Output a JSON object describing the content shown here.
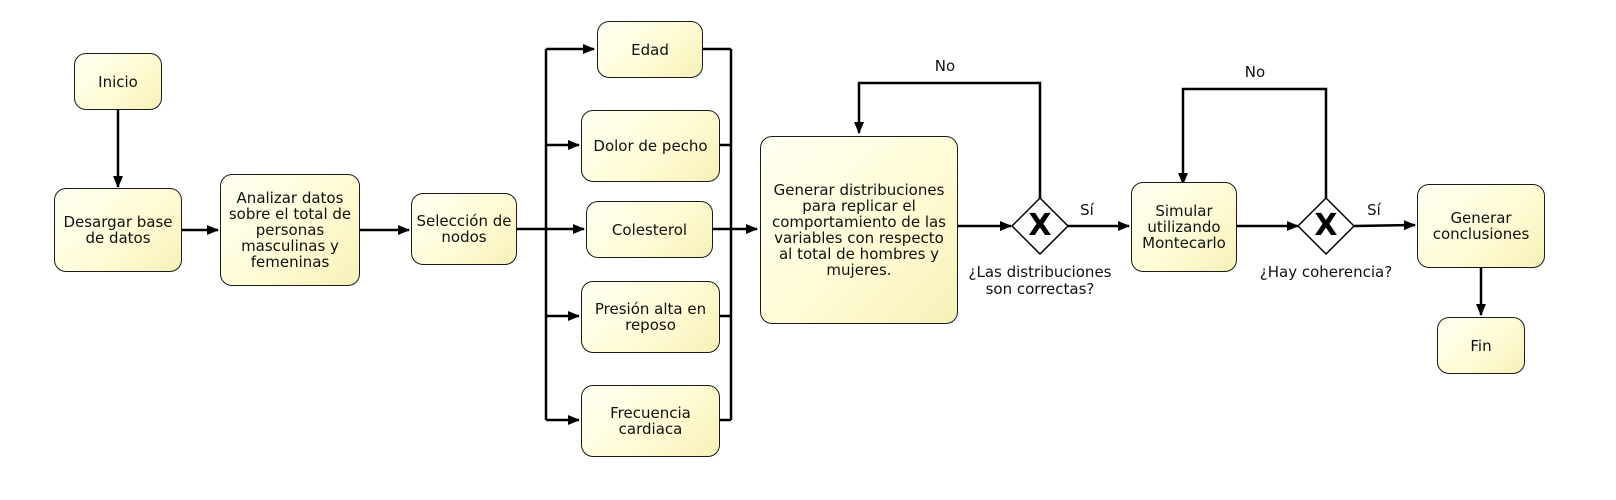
{
  "nodes": {
    "inicio": "Inicio",
    "descargar": "Desargar base de datos",
    "analizar": "Analizar datos sobre el total de personas masculinas y femeninas",
    "seleccion": "Selección de nodos",
    "edad": "Edad",
    "dolor": "Dolor de pecho",
    "colesterol": "Colesterol",
    "presion": "Presión alta en reposo",
    "frecuencia": "Frecuencia cardiaca",
    "generar_dist": "Generar distribuciones para replicar el comportamiento de las variables con respecto al total de hombres y mujeres.",
    "simular": "Simular utilizando Montecarlo",
    "conclusiones": "Generar conclusiones",
    "fin": "Fin"
  },
  "gateways": {
    "g1_symbol": "X",
    "g1_question": "¿Las distribuciones son correctas?",
    "g2_symbol": "X",
    "g2_question": "¿Hay coherencia?"
  },
  "edge_labels": {
    "g1_no": "No",
    "g1_yes": "Sí",
    "g2_no": "No",
    "g2_yes": "Sí"
  },
  "colors": {
    "task_fill": "#fffcd6",
    "stroke": "#1a1a1a"
  }
}
